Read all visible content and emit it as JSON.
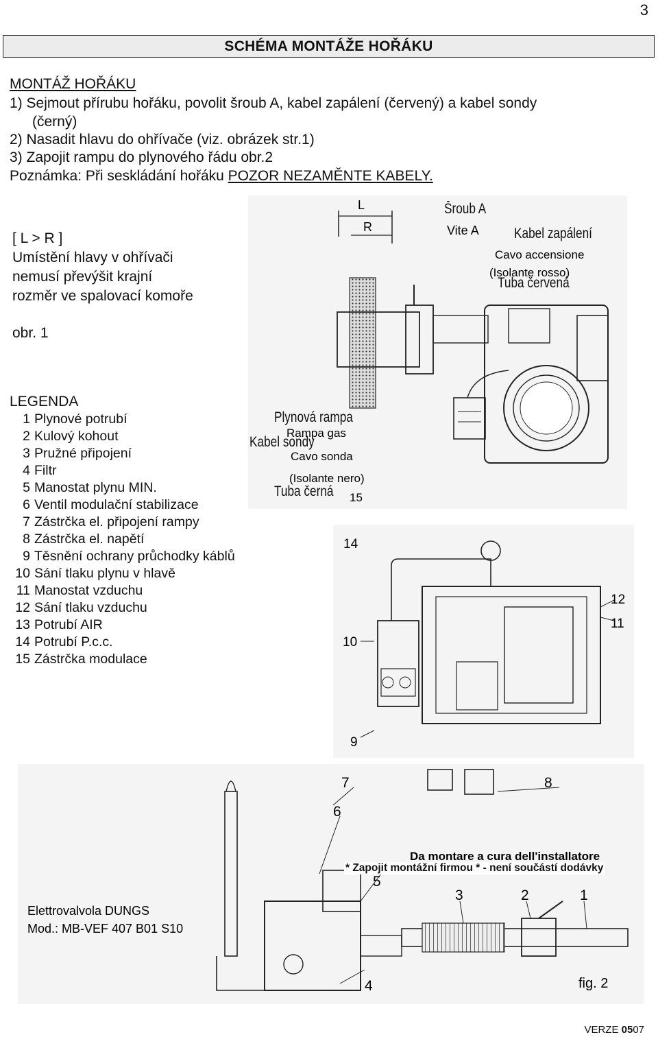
{
  "page_number": "3",
  "title": "SCHÉMA MONTÁŽE HOŘÁKU",
  "montaz": {
    "heading": "MONTÁŽ HOŘÁKU",
    "step1a": "1) Sejmout přírubu hořáku, povolit šroub A, kabel zapálení (červený) a kabel sondy",
    "step1b": "(černý)",
    "step2": "2) Nasadit hlavu do ohřívače (viz. obrázek str.1)",
    "step3": "3) Zapojit rampu do plynového řádu obr.2",
    "note_prefix": "Poznámka: Při seskládání hořáku ",
    "note_warning": "POZOR NEZAMĚNTE KABELY."
  },
  "lr": {
    "formula": "[ L > R ]",
    "line1": "Umístění hlavy v ohřívači",
    "line2": "nemusí převýšit krajní",
    "line3": "rozměr ve spalovací komoře"
  },
  "obr1": "obr. 1",
  "legend": {
    "heading": "LEGENDA",
    "items": [
      {
        "n": "1",
        "text": "Plynové potrubí"
      },
      {
        "n": "2",
        "text": "Kulový kohout"
      },
      {
        "n": "3",
        "text": "Pružné připojení"
      },
      {
        "n": "4",
        "text": "Filtr"
      },
      {
        "n": "5",
        "text": "Manostat plynu MIN."
      },
      {
        "n": "6",
        "text": "Ventil modulační stabilizace"
      },
      {
        "n": "7",
        "text": "Zástrčka el. připojení rampy"
      },
      {
        "n": "8",
        "text": "Zástrčka el. napětí"
      },
      {
        "n": "9",
        "text": "Těsnění ochrany průchodky káblů"
      },
      {
        "n": "10",
        "text": "Sání tlaku plynu v hlavě"
      },
      {
        "n": "11",
        "text": "Manostat vzduchu"
      },
      {
        "n": "12",
        "text": "Sání tlaku vzduchu"
      },
      {
        "n": "13",
        "text": "Potrubí AIR"
      },
      {
        "n": "14",
        "text": "Potrubí P.c.c."
      },
      {
        "n": "15",
        "text": "Zástrčka modulace"
      }
    ]
  },
  "fig1": {
    "label_L": "L",
    "label_R": "R",
    "sroub_a": "Šroub A",
    "vite_a": "Vite A",
    "kabel_zapaleni": "Kabel zapálení",
    "cavo_accensione": "Cavo accensione",
    "isolante_rosso": "(Isolante rosso)",
    "tuba_cervena": "Tuba červená",
    "plynova_rampa": "Plynová rampa",
    "rampa_gas": "Rampa gas",
    "kabel_sondy": "Kabel sondy",
    "cavo_sonda": "Cavo sonda",
    "isolante_nero": "(Isolante nero)",
    "tuba_cerna": "Tuba černá",
    "n15": "15"
  },
  "fig_middle": {
    "n14": "14",
    "n12": "12",
    "n11": "11",
    "n10": "10",
    "n9": "9"
  },
  "fig2": {
    "n7": "7",
    "n8": "8",
    "n6": "6",
    "n5": "5",
    "n3": "3",
    "n2": "2",
    "n1": "1",
    "n4": "4",
    "da_montare": "Da montare a cura dell'installatore",
    "zapojit": "* Zapojit montážní firmou * - není součástí dodávky",
    "elettrovalvola": "Elettrovalvola DUNGS",
    "mod": "Mod.: MB-VEF 407 B01 S10",
    "fig": "fig. 2"
  },
  "footer": {
    "prefix": "VERZE ",
    "bold": "05",
    "suffix": "07"
  }
}
